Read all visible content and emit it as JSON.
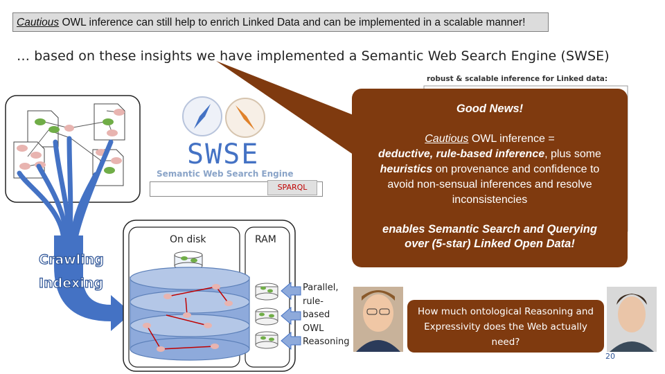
{
  "header": {
    "top_prefix": "Cautious",
    "top_rest": " OWL inference can still help to enrich Linked Data  and can be implemented in a scalable manner!",
    "subtitle": "… based on these insights we have implemented a Semantic Web Search Engine (SWSE)"
  },
  "robust_label": "robust & scalable inference for Linked data:",
  "bubble": {
    "good_news": "Good News!",
    "cautious_word": "Cautious",
    "line1_rest": " OWL inference =",
    "line2_bold": "deductive, rule-based inference",
    "line2_rest": ", plus some",
    "line3_bold": "heuristics",
    "line3_rest": " on provenance and confidence to",
    "line4": "avoid non-sensual inferences and resolve",
    "line5": "inconsistencies",
    "enables_line1": "enables Semantic Search and Querying",
    "enables_line2": "over (5-star) Linked Open Data!"
  },
  "swse": {
    "logo_text": "SWSE",
    "subtitle": "Semantic Web Search Engine",
    "sparql_button": "SPARQL",
    "search_value": ""
  },
  "pipeline": {
    "crawling": "Crawling",
    "indexing": "Indexing",
    "on_disk": "On disk",
    "ram": "RAM",
    "reasoning_lines": [
      "Parallel,",
      "rule-",
      "based",
      "OWL",
      "Reasoning"
    ]
  },
  "question": {
    "line1": "How much ontological Reasoning and",
    "line2": "Expressivity does the Web actually",
    "line3": "need?"
  },
  "page_number": "20",
  "colors": {
    "bubble": "#7f3a0f",
    "arrow_blue": "#4472c4",
    "cylinder": "#8eaadb",
    "node_pink": "#e8b4b0",
    "node_green": "#70ad47"
  }
}
